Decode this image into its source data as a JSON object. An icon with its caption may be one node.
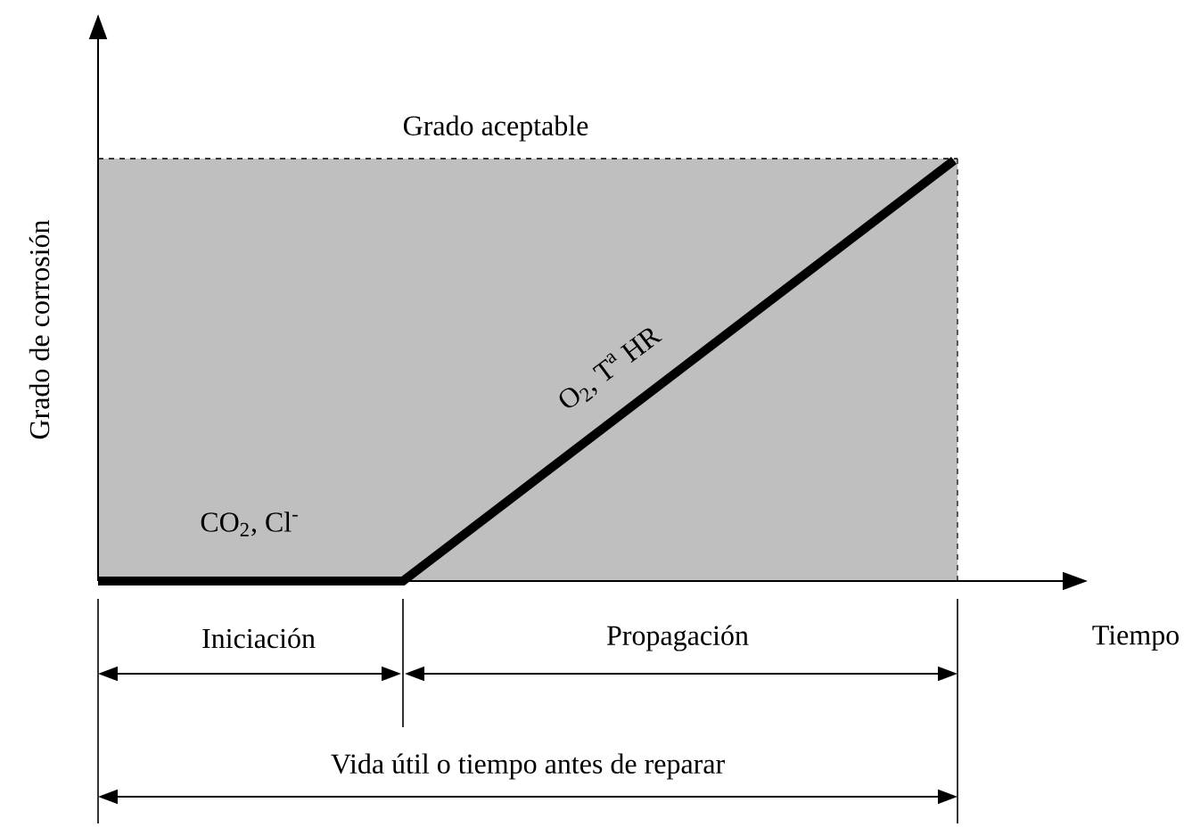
{
  "diagram": {
    "labels": [
      "Grado aceptable",
      "Grado de corrosión",
      "O$_{2}$, T$^{a}$ HR",
      "CO$_{2}$, Cl$^{-}$",
      "Iniciación",
      "Propagación",
      "Tiempo",
      "Vida útil o tiempo antes de reparar"
    ]
  }
}
